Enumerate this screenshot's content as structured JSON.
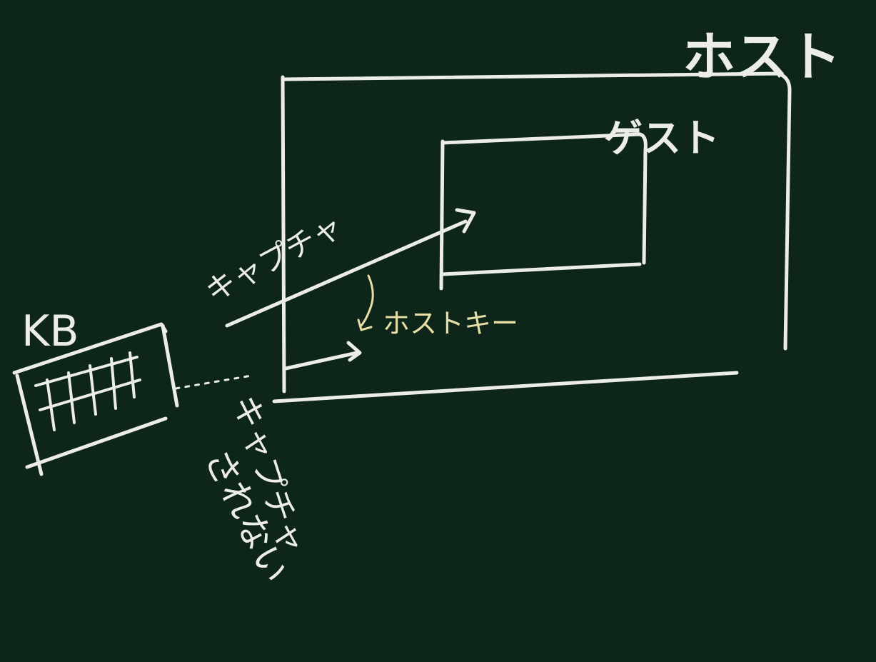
{
  "colors": {
    "background": "#0e2619",
    "chalk": "#ecece8",
    "accent_chalk": "#e6dfa6"
  },
  "labels": {
    "host": "ホスト",
    "guest": "ゲスト",
    "kb": "KB",
    "capture": "キャプチャ",
    "host_key": "ホストキー",
    "not_captured_line1": "キャプチャ",
    "not_captured_line2": "されない"
  }
}
